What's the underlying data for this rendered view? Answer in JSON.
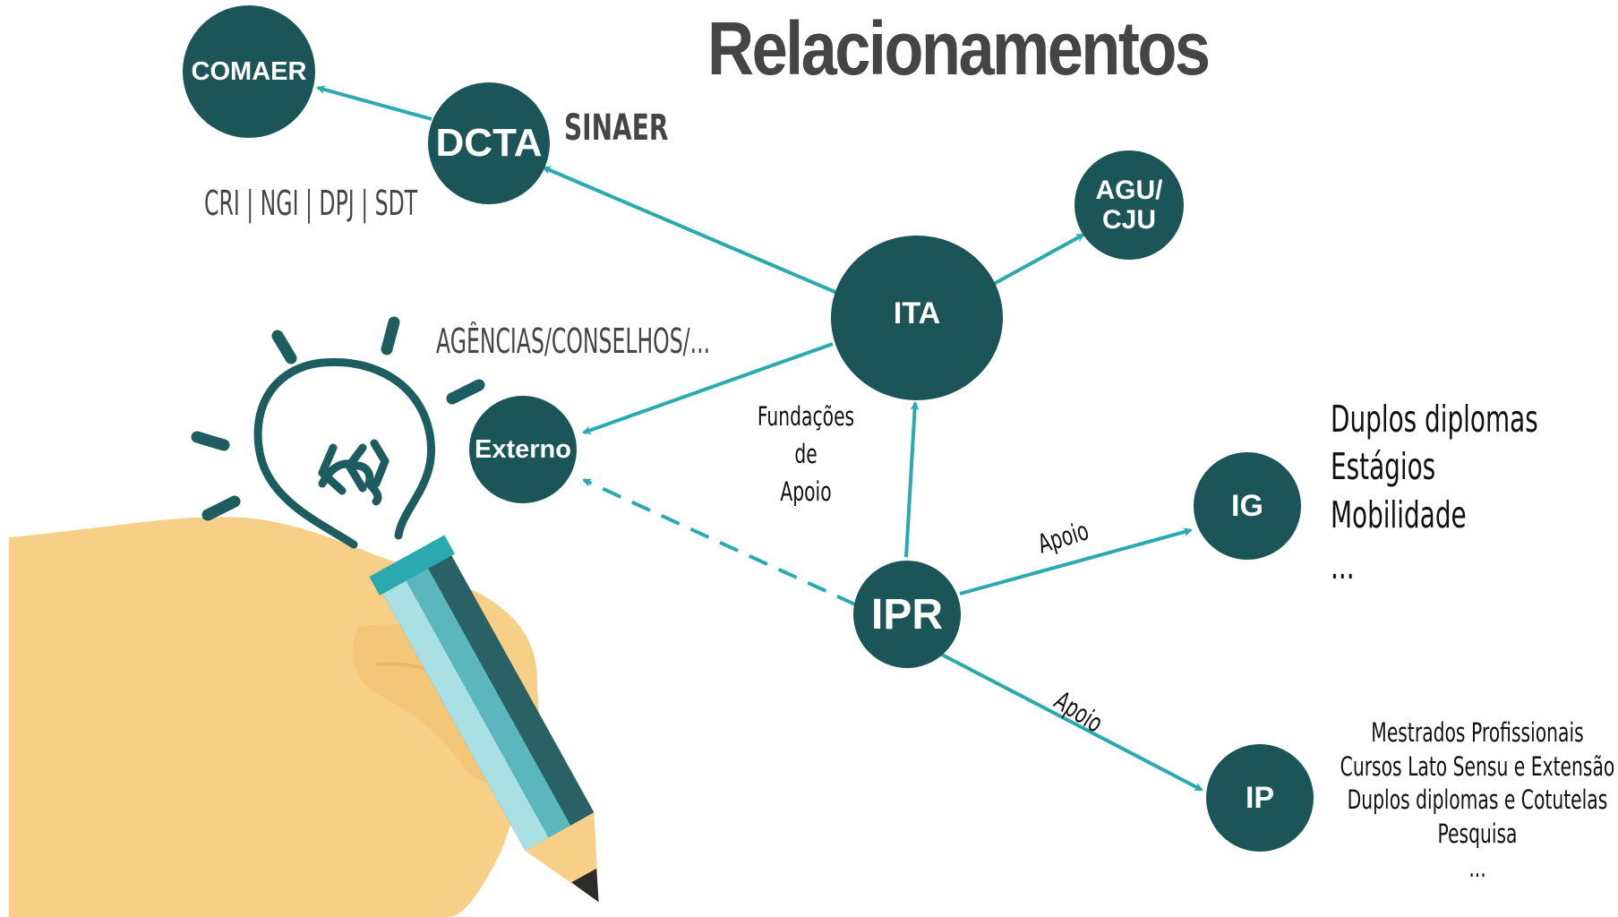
{
  "title": "Relacionamentos",
  "nodes": {
    "comaer": "COMAER",
    "dcta": "DCTA",
    "ita": "ITA",
    "agu_line1": "AGU/",
    "agu_line2": "CJU",
    "externo": "Externo",
    "ipr": "IPR",
    "ig": "IG",
    "ip": "IP"
  },
  "labels": {
    "sinaer": "SINAER",
    "dcta_units": "CRI | NGI | DPJ | SDT",
    "agencias": "AGÊNCIAS/CONSELHOS/...",
    "fundacoes_line1": "Fundações",
    "fundacoes_line2": "de",
    "fundacoes_line3": "Apoio",
    "apoio_ig": "Apoio",
    "apoio_ip": "Apoio"
  },
  "ig_list": [
    "Duplos diplomas",
    "Estágios",
    "Mobilidade",
    "..."
  ],
  "ip_list": [
    "Mestrados Profissionais",
    "Cursos Lato Sensu e Extensão",
    "Duplos diplomas e Cotutelas",
    "Pesquisa",
    "..."
  ],
  "colors": {
    "node": "#1b5557",
    "arrow": "#2aa9b0",
    "title": "#454545",
    "hand": "#f8cf86",
    "pencil": "#2a6164"
  }
}
